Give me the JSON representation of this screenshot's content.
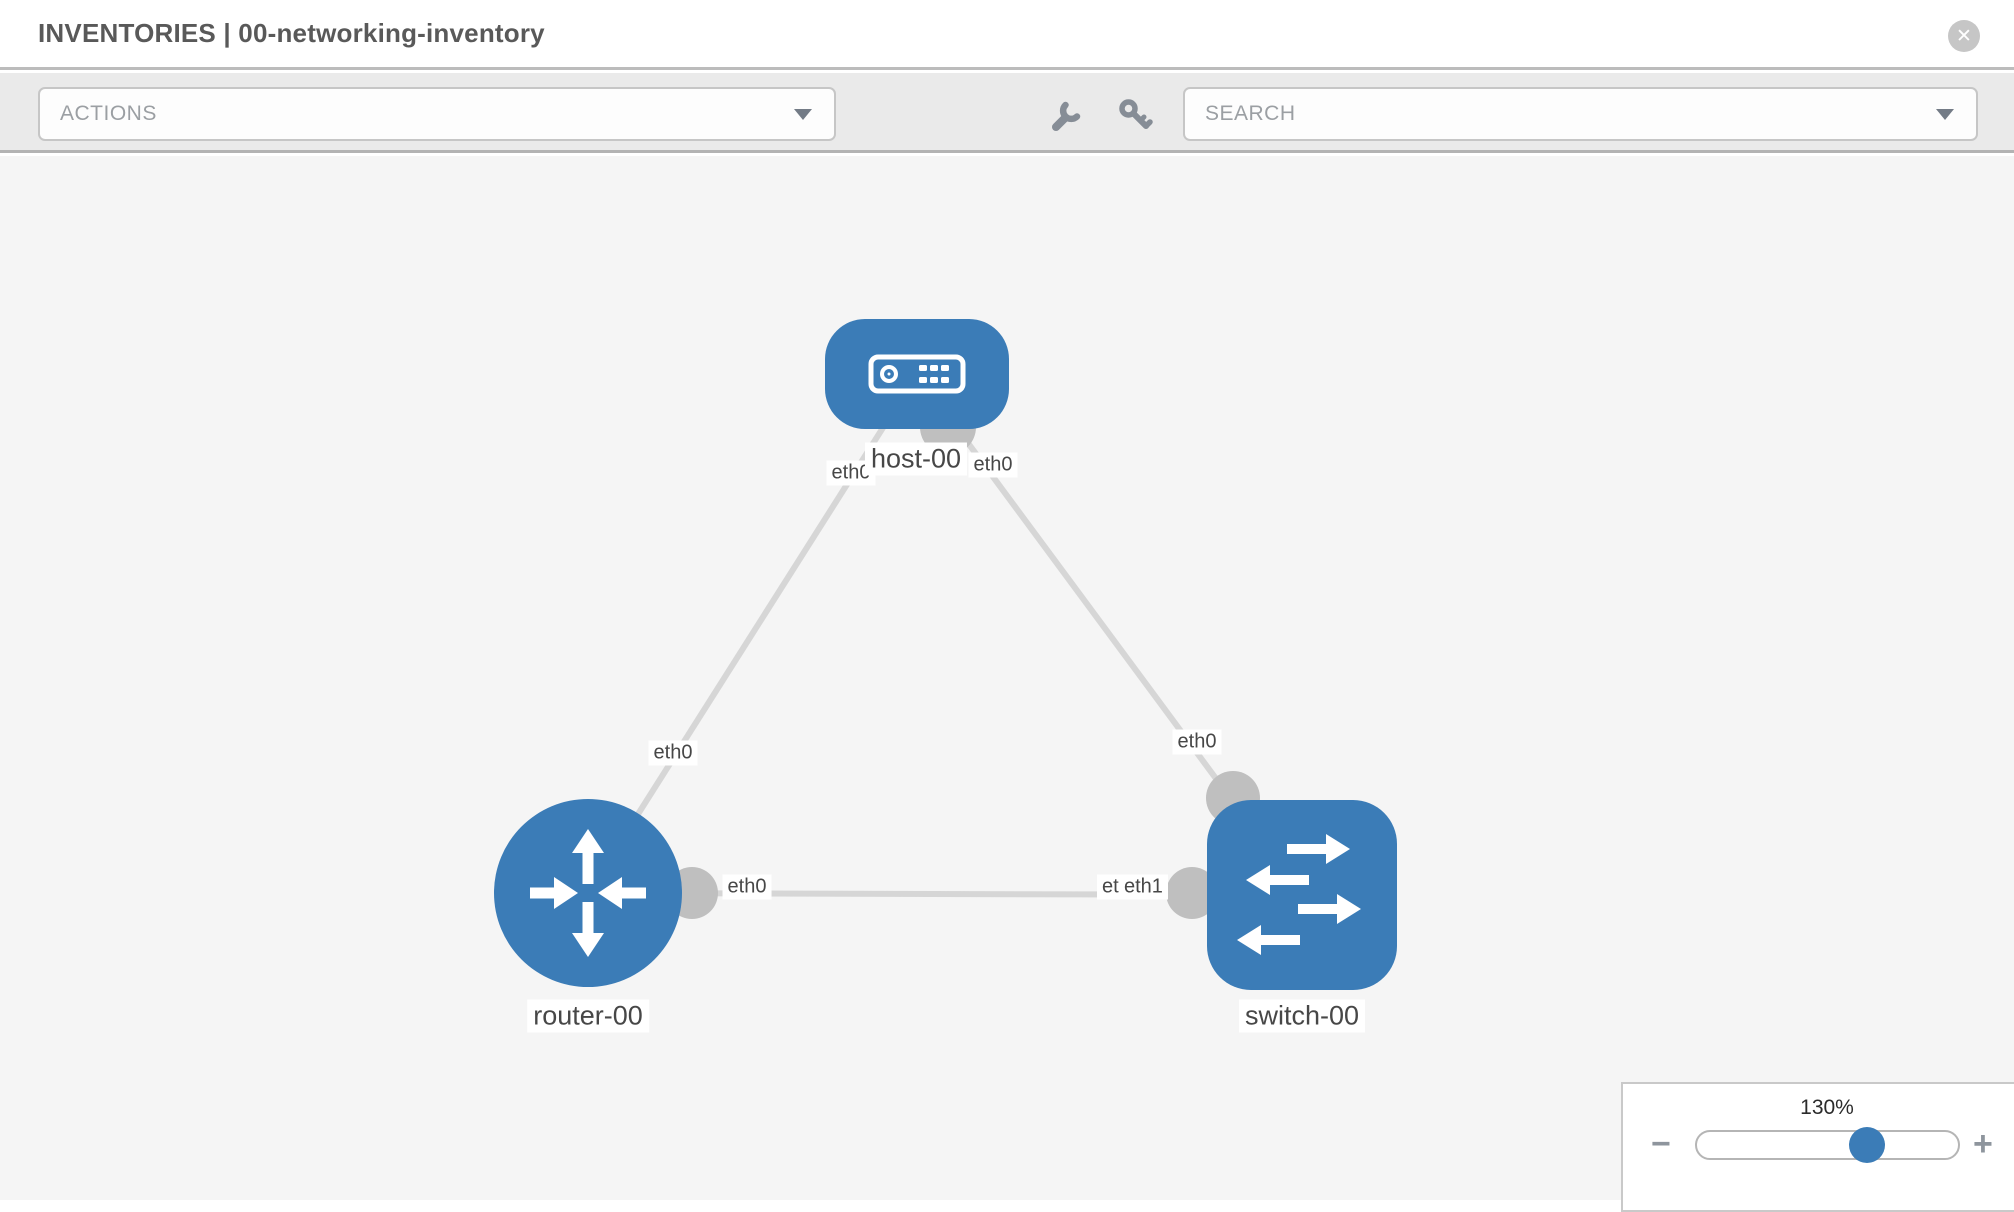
{
  "header": {
    "title": "INVENTORIES | 00-networking-inventory",
    "close_label": "✕"
  },
  "toolbar": {
    "actions_label": "ACTIONS",
    "search_label": "SEARCH",
    "icons": [
      "wrench-icon",
      "key-icon"
    ]
  },
  "topology": {
    "nodes": [
      {
        "id": "host-00",
        "type": "host",
        "label": "host-00"
      },
      {
        "id": "router-00",
        "type": "router",
        "label": "router-00"
      },
      {
        "id": "switch-00",
        "type": "switch",
        "label": "switch-00"
      }
    ],
    "links": [
      {
        "from": "host-00",
        "from_if": "eth0",
        "to": "router-00",
        "to_if": "eth0"
      },
      {
        "from": "host-00",
        "from_if": "eth0",
        "to": "switch-00",
        "to_if": "eth0"
      },
      {
        "from": "router-00",
        "from_if": "eth0",
        "to": "switch-00",
        "to_if": "eth1",
        "overlap_labels": {
          "back": "eth0",
          "front": "eth1"
        }
      }
    ]
  },
  "zoom_control": {
    "level": "130%",
    "minus_label": "−",
    "plus_label": "+"
  },
  "colors": {
    "node_blue": "#3b7cb7",
    "link_gray": "#d6d6d6",
    "interface_gray": "#bfbfbf",
    "canvas_bg": "#f5f5f5",
    "toolbar_bg": "#eaeaea"
  }
}
